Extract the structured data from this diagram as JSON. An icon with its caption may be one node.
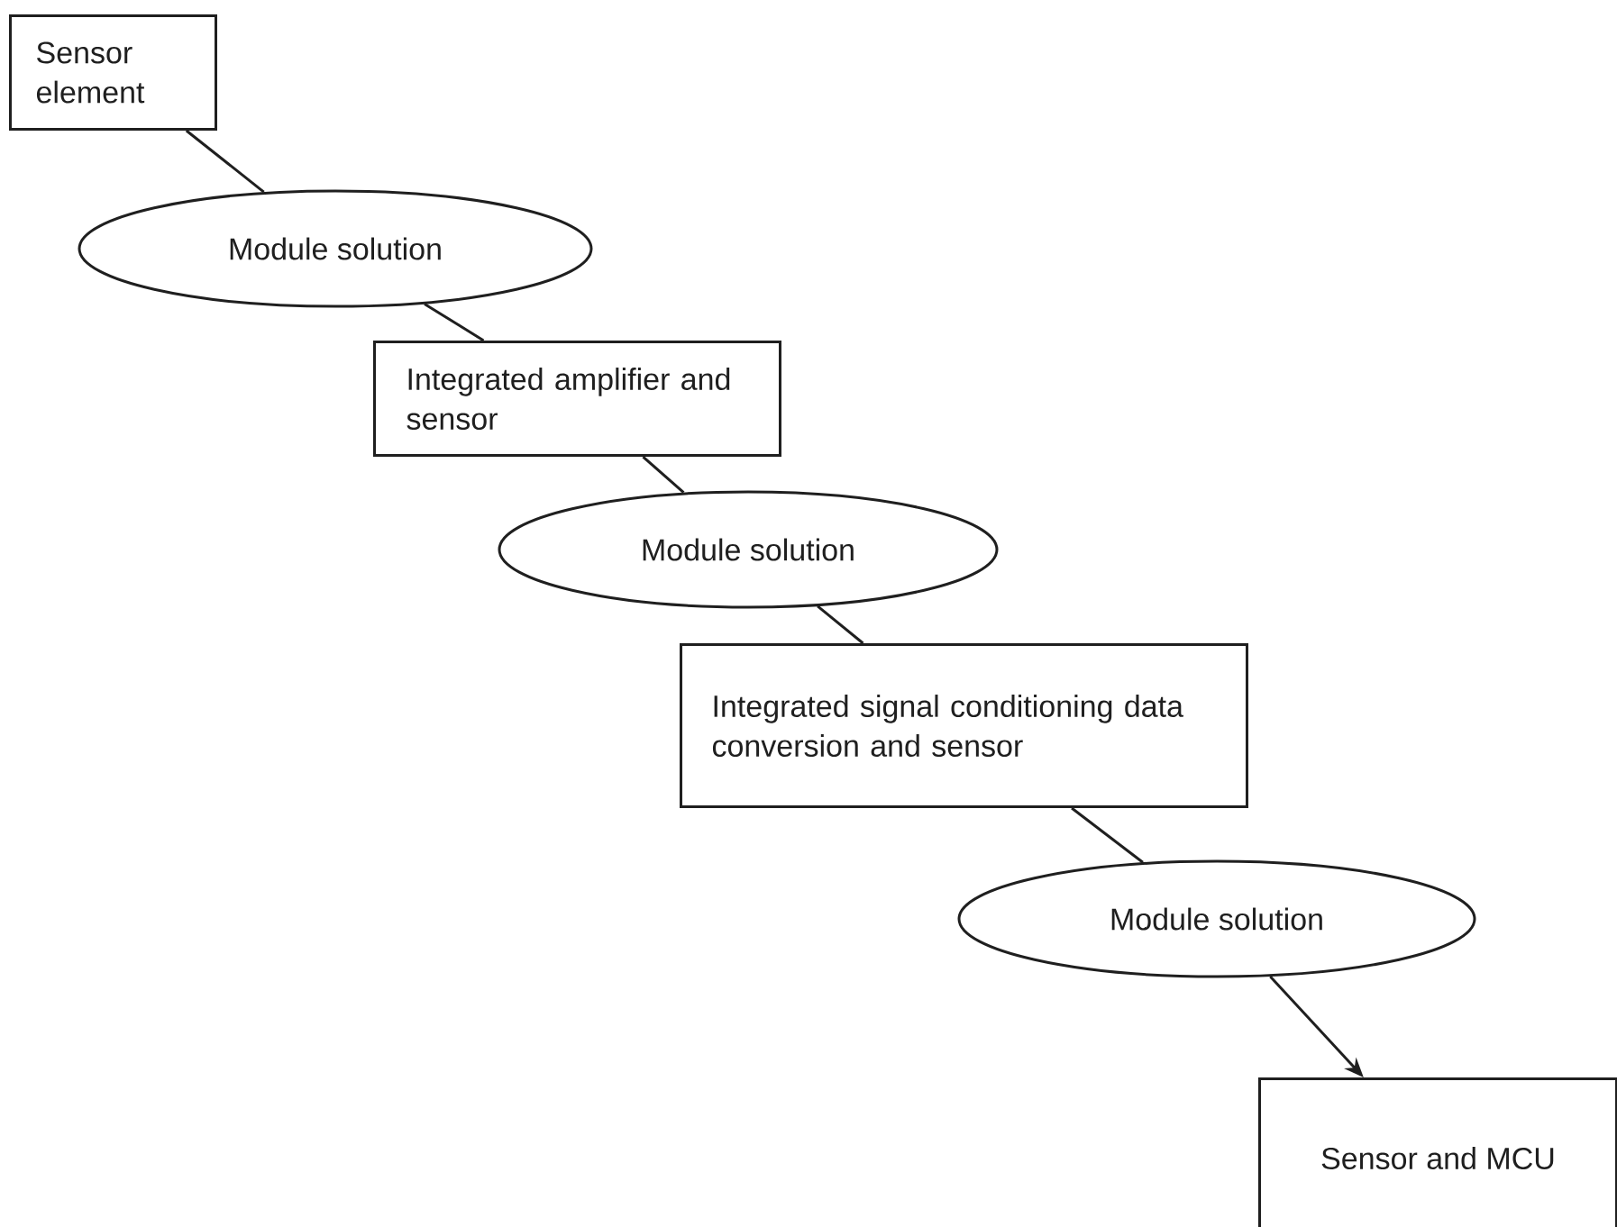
{
  "diagram": {
    "nodes": [
      {
        "text": [
          "Sensor element"
        ]
      },
      {
        "text": [
          "Module solution"
        ]
      },
      {
        "text": [
          "Integrated amplifier and sensor"
        ]
      },
      {
        "text": [
          "Module solution"
        ]
      },
      {
        "text": [
          "Integrated signal conditioning data conversion and sensor"
        ]
      },
      {
        "text": [
          "Module solution"
        ]
      },
      {
        "text": [
          "Sensor and MCU"
        ]
      }
    ],
    "edges": [
      {
        "from": 0,
        "to": 1,
        "arrow": "none"
      },
      {
        "from": 1,
        "to": 2,
        "arrow": "none"
      },
      {
        "from": 2,
        "to": 3,
        "arrow": "none"
      },
      {
        "from": 3,
        "to": 4,
        "arrow": "none"
      },
      {
        "from": 4,
        "to": 5,
        "arrow": "none"
      },
      {
        "from": 5,
        "to": 6,
        "arrow": "to"
      }
    ]
  }
}
